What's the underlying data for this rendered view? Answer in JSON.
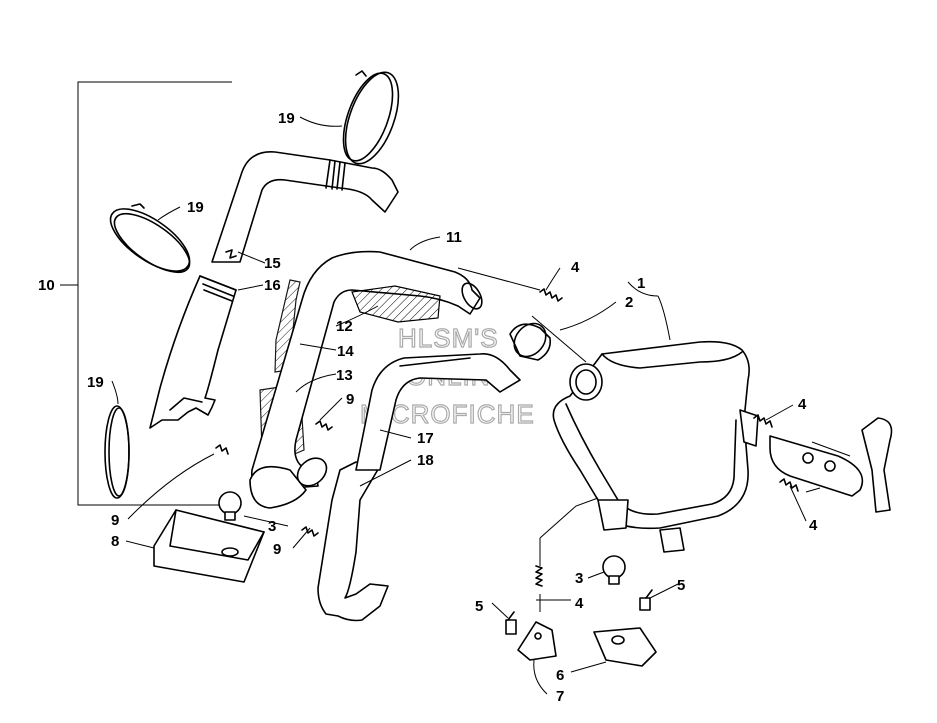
{
  "watermark": {
    "lines": [
      "HLSM'S",
      "ONLINE",
      "MICROFICHE"
    ],
    "color": "#aaaaaa"
  },
  "callouts": [
    "1",
    "2",
    "3",
    "4",
    "5",
    "6",
    "7",
    "8",
    "9",
    "10",
    "11",
    "12",
    "13",
    "14",
    "15",
    "16",
    "17",
    "18",
    "19"
  ],
  "labels": {
    "c1": "1",
    "c2": "2",
    "c3a": "3",
    "c3b": "3",
    "c4a": "4",
    "c4b": "4",
    "c4c": "4",
    "c4d": "4",
    "c5a": "5",
    "c5b": "5",
    "c6": "6",
    "c7": "7",
    "c8": "8",
    "c9a": "9",
    "c9b": "9",
    "c9c": "9",
    "c10": "10",
    "c11": "11",
    "c12": "12",
    "c13": "13",
    "c14": "14",
    "c15": "15",
    "c16": "16",
    "c17": "17",
    "c18": "18",
    "c19a": "19",
    "c19b": "19",
    "c19c": "19"
  }
}
